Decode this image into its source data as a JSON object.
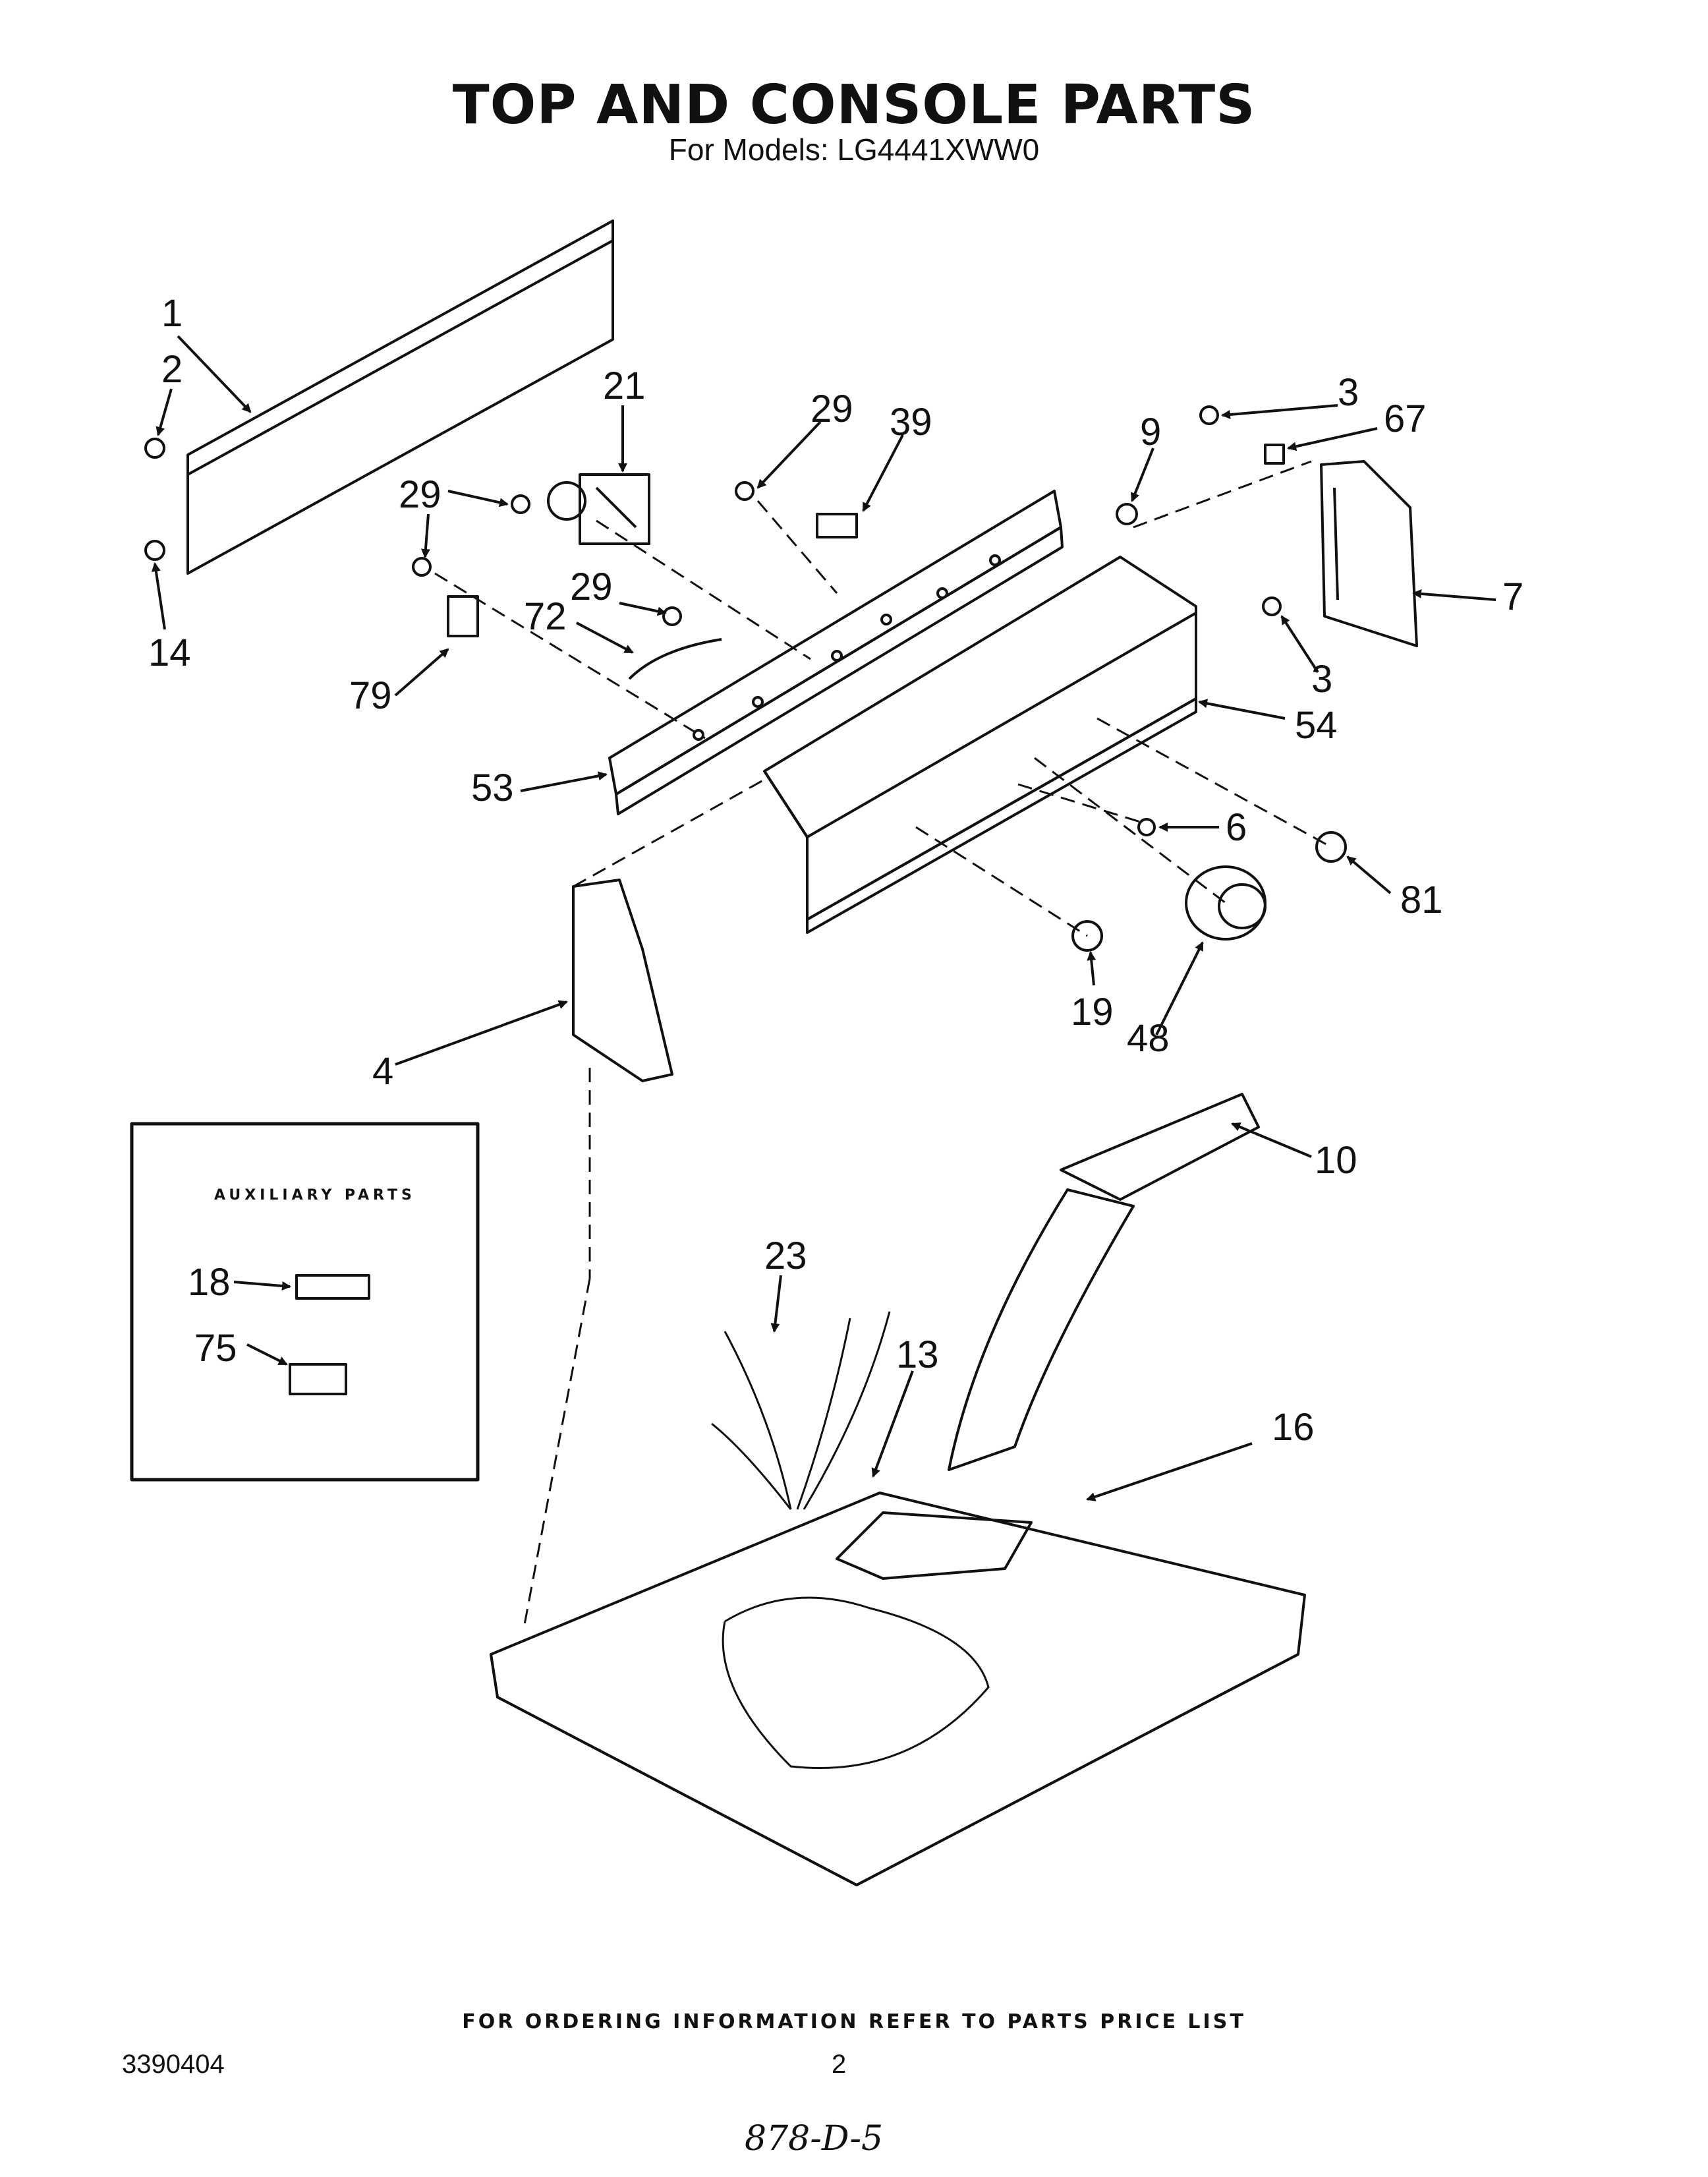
{
  "header": {
    "title": "TOP AND CONSOLE PARTS",
    "subtitle": "For Models: LG4441XWW0"
  },
  "parts": {
    "p1": "1",
    "p2": "2",
    "p14": "14",
    "p21": "21",
    "p29a": "29",
    "p29b": "29",
    "p29c": "29",
    "p39": "39",
    "p72": "72",
    "p79": "79",
    "p53": "53",
    "p9": "9",
    "p3a": "3",
    "p67": "67",
    "p7": "7",
    "p3b": "3",
    "p54": "54",
    "p6": "6",
    "p81": "81",
    "p19": "19",
    "p48": "48",
    "p4": "4",
    "p10": "10",
    "p23": "23",
    "p13": "13",
    "p16": "16",
    "p18": "18",
    "p75": "75"
  },
  "auxiliary": {
    "title": "AUXILIARY PARTS"
  },
  "footer": {
    "ordering_note": "FOR ORDERING INFORMATION REFER TO PARTS PRICE LIST",
    "doc_number": "3390404",
    "page_number": "2",
    "handwritten": "878-D-5"
  },
  "colors": {
    "ink": "#111111",
    "paper": "#ffffff"
  }
}
